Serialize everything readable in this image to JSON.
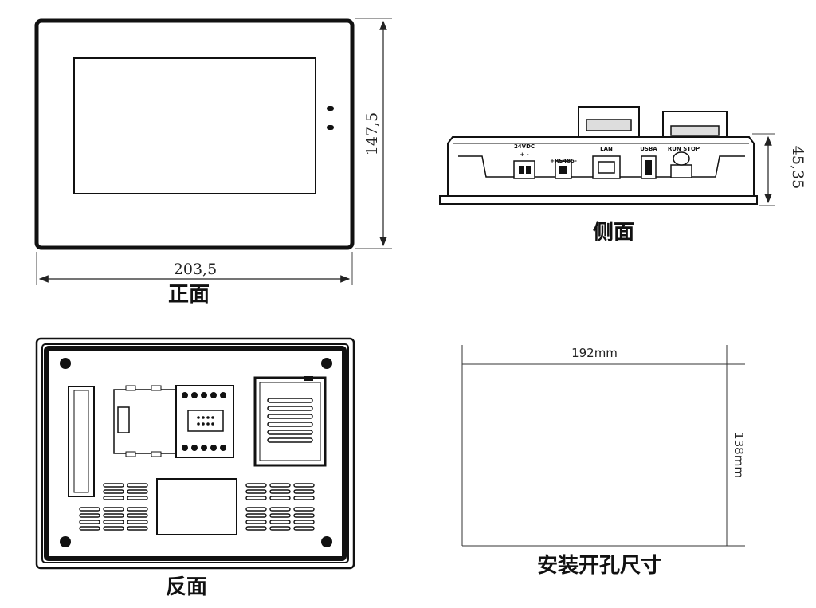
{
  "front": {
    "caption": "正面",
    "width_label": "203,5",
    "height_label": "147,5"
  },
  "side": {
    "caption": "侧面",
    "depth_label": "45,35",
    "ports": {
      "power": "24VDC",
      "power_pm": "+  -",
      "serial": "+RS485-",
      "lan": "LAN",
      "usb": "USBA",
      "run_stop": "RUN  STOP"
    }
  },
  "back": {
    "caption": "反面"
  },
  "cutout": {
    "caption": "安装开孔尺寸",
    "width_label": "192mm",
    "height_label": "138mm"
  }
}
